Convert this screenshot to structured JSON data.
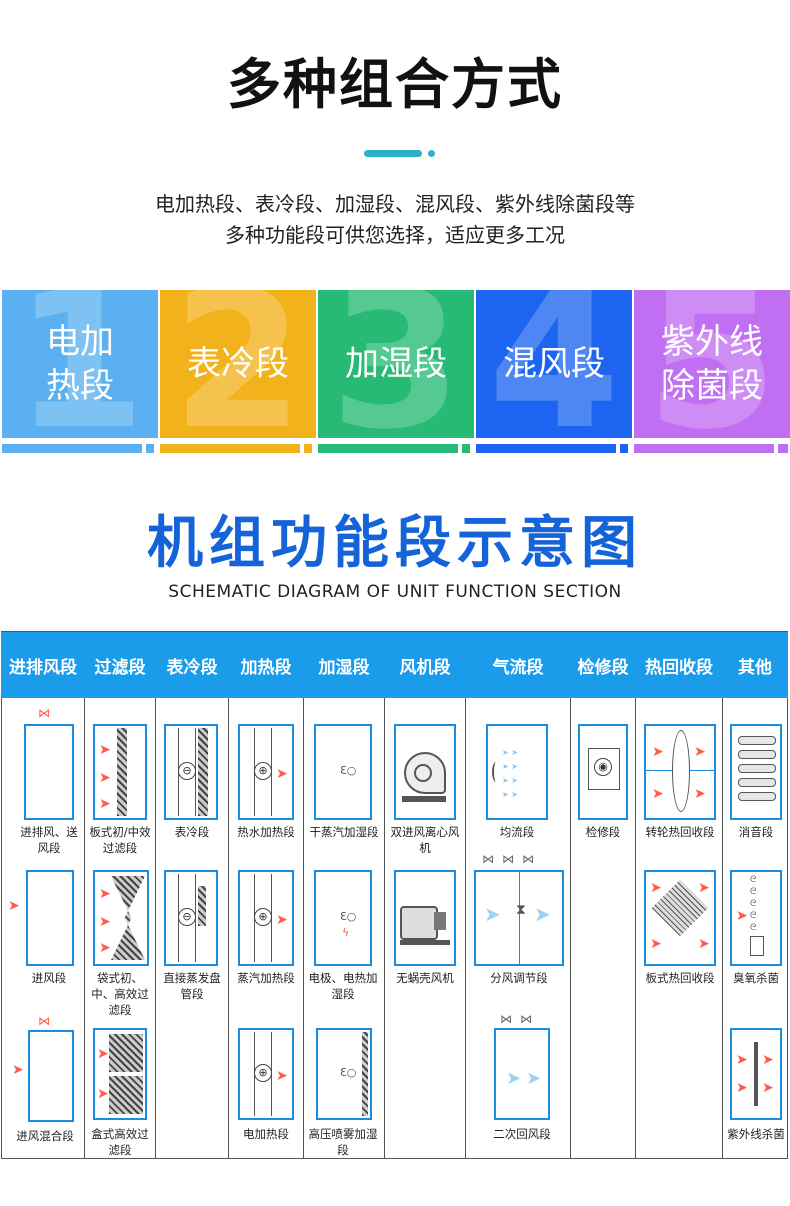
{
  "header": {
    "title": "多种组合方式",
    "subtitle_line1": "电加热段、表冷段、加湿段、混风段、紫外线除菌段等",
    "subtitle_line2": "多种功能段可供您选择，适应更多工况"
  },
  "tiles": [
    {
      "label_line1": "电加",
      "label_line2": "热段",
      "numeral": "1",
      "color": "#5ab0f0"
    },
    {
      "label_line1": "表冷段",
      "label_line2": "",
      "numeral": "2",
      "color": "#f2b21c"
    },
    {
      "label_line1": "加湿段",
      "label_line2": "",
      "numeral": "3",
      "color": "#27ba74"
    },
    {
      "label_line1": "混风段",
      "label_line2": "",
      "numeral": "4",
      "color": "#1d64f0"
    },
    {
      "label_line1": "紫外线",
      "label_line2": "除菌段",
      "numeral": "5",
      "color": "#c06ef2"
    }
  ],
  "schematic": {
    "title": "机组功能段示意图",
    "subtitle": "SCHEMATIC DIAGRAM OF UNIT FUNCTION SECTION",
    "accent_color": "#1463d8",
    "header_color": "#1a9cea",
    "columns": [
      "进排风段",
      "过滤段",
      "表冷段",
      "加热段",
      "加湿段",
      "风机段",
      "气流段",
      "检修段",
      "热回收段",
      "其他"
    ],
    "captions": {
      "c0": [
        "进排风、送风段",
        "进风段",
        "进风混合段"
      ],
      "c1": [
        "板式初/中效过滤段",
        "袋式初、中、高效过滤段",
        "盒式高效过滤段"
      ],
      "c2": [
        "表冷段",
        "直接蒸发盘管段"
      ],
      "c3": [
        "热水加热段",
        "蒸汽加热段",
        "电加热段"
      ],
      "c4": [
        "干蒸汽加湿段",
        "电极、电热加湿段",
        "高压喷雾加湿段"
      ],
      "c5": [
        "双进风离心风机",
        "无蜗壳风机"
      ],
      "c6": [
        "均流段",
        "分风调节段",
        "二次回风段"
      ],
      "c7": [
        "检修段"
      ],
      "c8": [
        "转轮热回收段",
        "板式热回收段"
      ],
      "c9": [
        "消音段",
        "臭氧杀菌",
        "紫外线杀菌"
      ]
    }
  }
}
